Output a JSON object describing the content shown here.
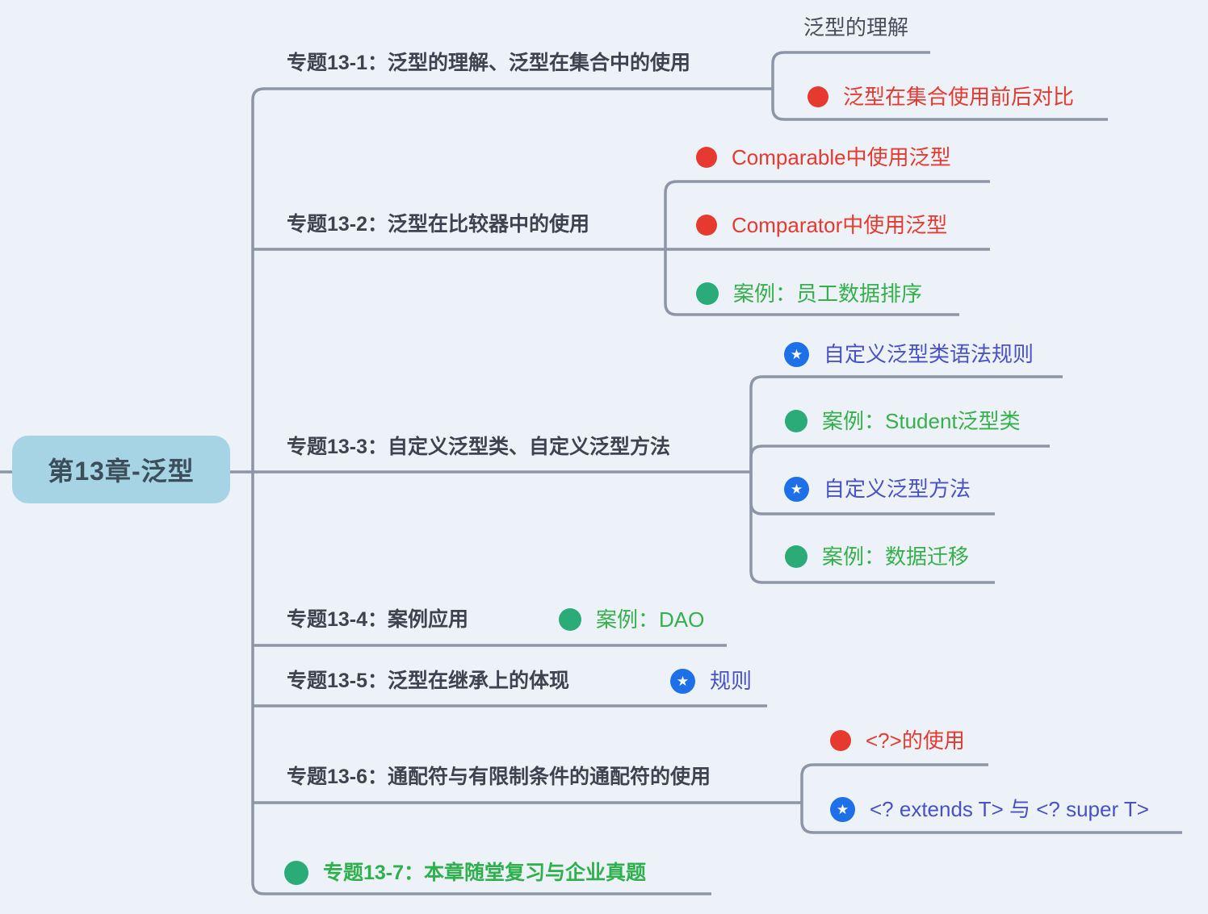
{
  "root": {
    "label": "第13章-泛型"
  },
  "colors": {
    "background": "#edf1f8",
    "connector": "#8c96a6",
    "root_fill": "#a6d4e5",
    "root_text": "#3b4e5a",
    "topic_text": "#3d4450",
    "red": "#e6392f",
    "green_dot": "#2aab77",
    "green_text": "#34b04c",
    "blue_badge": "#1d70e8",
    "blue_text": "#4852c6"
  },
  "icons": {
    "red_dot": "red-dot-icon",
    "green_dot": "green-dot-icon",
    "star": "star-badge-icon"
  },
  "branches": [
    {
      "label": "专题13-1：泛型的理解、泛型在集合中的使用",
      "children": [
        {
          "label": "泛型的理解",
          "marker": "none"
        },
        {
          "label": "泛型在集合使用前后对比",
          "marker": "red-dot"
        }
      ]
    },
    {
      "label": "专题13-2：泛型在比较器中的使用",
      "children": [
        {
          "label": "Comparable中使用泛型",
          "marker": "red-dot"
        },
        {
          "label": "Comparator中使用泛型",
          "marker": "red-dot"
        },
        {
          "label": "案例：员工数据排序",
          "marker": "green-dot"
        }
      ]
    },
    {
      "label": "专题13-3：自定义泛型类、自定义泛型方法",
      "children": [
        {
          "label": "自定义泛型类语法规则",
          "marker": "star"
        },
        {
          "label": "案例：Student泛型类",
          "marker": "green-dot"
        },
        {
          "label": "自定义泛型方法",
          "marker": "star"
        },
        {
          "label": "案例：数据迁移",
          "marker": "green-dot"
        }
      ]
    },
    {
      "label": "专题13-4：案例应用",
      "children": [
        {
          "label": "案例：DAO",
          "marker": "green-dot"
        }
      ]
    },
    {
      "label": "专题13-5：泛型在继承上的体现",
      "children": [
        {
          "label": "规则",
          "marker": "star"
        }
      ]
    },
    {
      "label": "专题13-6：通配符与有限制条件的通配符的使用",
      "children": [
        {
          "label": "<?>的使用",
          "marker": "red-dot"
        },
        {
          "label": "<? extends T> 与 <? super T>",
          "marker": "star"
        }
      ]
    },
    {
      "label": "专题13-7：本章随堂复习与企业真题",
      "marker": "green-dot",
      "children": []
    }
  ]
}
